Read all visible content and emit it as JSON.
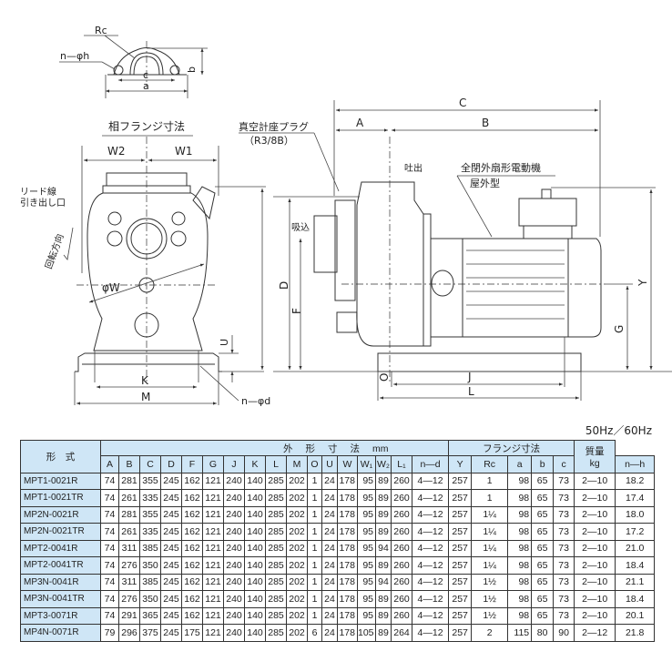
{
  "drawing": {
    "flange": {
      "rc": "Rc",
      "nh": "n—φh",
      "b": "b",
      "c": "c",
      "a": "a",
      "caption": "相フランジ寸法"
    },
    "front": {
      "w2": "W2",
      "w1": "W1",
      "lead1": "リード線",
      "lead2": "引き出し口",
      "rotation": "回転方向",
      "phiw": "φW",
      "k": "K",
      "m": "M",
      "u": "U",
      "nd": "n—φd"
    },
    "side": {
      "c": "C",
      "a": "A",
      "b": "B",
      "plug1": "真空計座プラグ",
      "plug2": "（R3/8B）",
      "discharge": "吐出",
      "motor1": "全閉外扇形電動機",
      "motor2": "屋外型",
      "suction": "吸込",
      "d": "D",
      "f": "F",
      "o": "O",
      "j": "J",
      "l": "L",
      "g": "G",
      "y": "Y"
    }
  },
  "frequency": "50Hz／60Hz",
  "table": {
    "model_header": "形　式",
    "dims_group": "外形寸法",
    "dims_unit": "mm",
    "flange_group": "フランジ寸法",
    "weight_header": "質量",
    "weight_unit": "kg",
    "columns": [
      "A",
      "B",
      "C",
      "D",
      "F",
      "G",
      "J",
      "K",
      "L",
      "M",
      "O",
      "U",
      "W",
      "W₁",
      "W₂",
      "L₁",
      "n—d",
      "Y",
      "Rc",
      "a",
      "b",
      "c",
      "n—h"
    ],
    "rows": [
      [
        "MPT1-0021R",
        "74",
        "281",
        "355",
        "245",
        "162",
        "121",
        "240",
        "140",
        "285",
        "202",
        "1",
        "24",
        "178",
        "95",
        "89",
        "260",
        "4—12",
        "257",
        "1",
        "98",
        "65",
        "73",
        "2—10",
        "18.2"
      ],
      [
        "MPT1-0021TR",
        "74",
        "261",
        "335",
        "245",
        "162",
        "121",
        "240",
        "140",
        "285",
        "202",
        "1",
        "24",
        "178",
        "95",
        "89",
        "260",
        "4—12",
        "257",
        "1",
        "98",
        "65",
        "73",
        "2—10",
        "17.4"
      ],
      [
        "MP2N-0021R",
        "74",
        "281",
        "355",
        "245",
        "162",
        "121",
        "240",
        "140",
        "285",
        "202",
        "1",
        "24",
        "178",
        "95",
        "89",
        "260",
        "4—12",
        "257",
        "1¼",
        "98",
        "65",
        "73",
        "2—10",
        "18.0"
      ],
      [
        "MP2N-0021TR",
        "74",
        "261",
        "335",
        "245",
        "162",
        "121",
        "240",
        "140",
        "285",
        "202",
        "1",
        "24",
        "178",
        "95",
        "89",
        "260",
        "4—12",
        "257",
        "1¼",
        "98",
        "65",
        "73",
        "2—10",
        "17.2"
      ],
      [
        "MPT2-0041R",
        "74",
        "311",
        "385",
        "245",
        "162",
        "121",
        "240",
        "140",
        "285",
        "202",
        "1",
        "24",
        "178",
        "95",
        "94",
        "260",
        "4—12",
        "257",
        "1¼",
        "98",
        "65",
        "73",
        "2—10",
        "21.0"
      ],
      [
        "MPT2-0041TR",
        "74",
        "276",
        "350",
        "245",
        "162",
        "121",
        "240",
        "140",
        "285",
        "202",
        "1",
        "24",
        "178",
        "95",
        "89",
        "260",
        "4—12",
        "257",
        "1¼",
        "98",
        "65",
        "73",
        "2—10",
        "18.4"
      ],
      [
        "MP3N-0041R",
        "74",
        "311",
        "385",
        "245",
        "162",
        "121",
        "240",
        "140",
        "285",
        "202",
        "1",
        "24",
        "178",
        "95",
        "94",
        "260",
        "4—12",
        "257",
        "1½",
        "98",
        "65",
        "73",
        "2—10",
        "21.1"
      ],
      [
        "MP3N-0041TR",
        "74",
        "276",
        "350",
        "245",
        "162",
        "121",
        "240",
        "140",
        "285",
        "202",
        "1",
        "24",
        "178",
        "95",
        "89",
        "260",
        "4—12",
        "257",
        "1½",
        "98",
        "65",
        "73",
        "2—10",
        "18.4"
      ],
      [
        "MPT3-0071R",
        "74",
        "291",
        "365",
        "245",
        "162",
        "121",
        "240",
        "140",
        "285",
        "202",
        "1",
        "24",
        "178",
        "95",
        "89",
        "260",
        "4—12",
        "257",
        "1½",
        "98",
        "65",
        "73",
        "2—10",
        "20.1"
      ],
      [
        "MP4N-0071R",
        "79",
        "296",
        "375",
        "245",
        "175",
        "121",
        "240",
        "140",
        "285",
        "202",
        "6",
        "24",
        "178",
        "105",
        "89",
        "264",
        "4—12",
        "257",
        "2",
        "115",
        "80",
        "90",
        "2—12",
        "21.8"
      ]
    ]
  }
}
